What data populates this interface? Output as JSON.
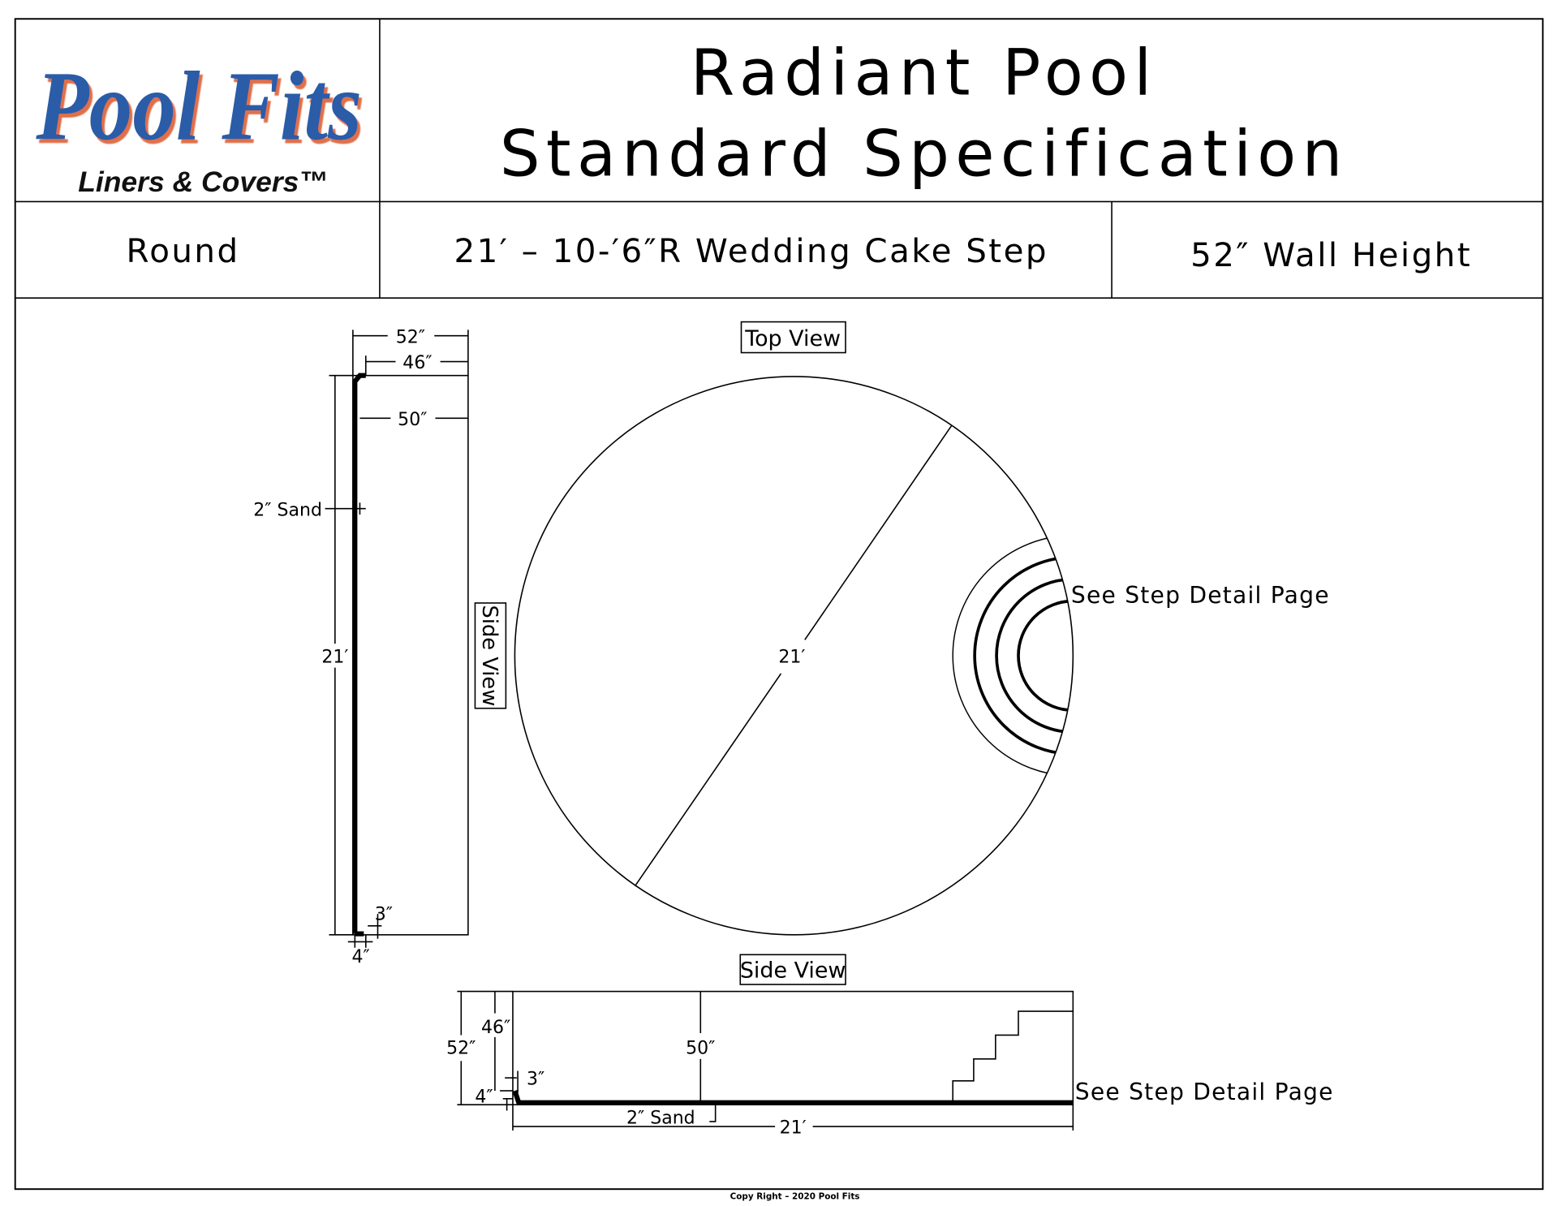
{
  "logo": {
    "brand": "Pool Fits",
    "tagline": "Liners & Covers™",
    "brand_color": "#2b5ba8",
    "shadow_color": "#e0704a"
  },
  "header": {
    "title_line1": "Radiant Pool",
    "title_line2": "Standard Specification"
  },
  "info_row": {
    "shape": "Round",
    "size": "21′ – 10-′6″R Wedding Cake Step",
    "wall_height": "52″ Wall Height"
  },
  "side_view_vertical": {
    "label": "Side View",
    "dim_52": "52″",
    "dim_46": "46″",
    "dim_50": "50″",
    "sand": "2″ Sand",
    "length": "21′",
    "dim_3": "3″",
    "dim_4": "4″"
  },
  "top_view": {
    "label": "Top View",
    "diameter": "21′",
    "step_note": "See Step Detail Page"
  },
  "side_view_horizontal": {
    "label": "Side View",
    "dim_52": "52″",
    "dim_46": "46″",
    "dim_50": "50″",
    "dim_3": "3″",
    "dim_4": "4″",
    "sand": "2″ Sand",
    "length": "21′",
    "step_note": "See Step Detail Page"
  },
  "footer": {
    "copyright": "Copy Right – 2020 Pool Fits"
  }
}
